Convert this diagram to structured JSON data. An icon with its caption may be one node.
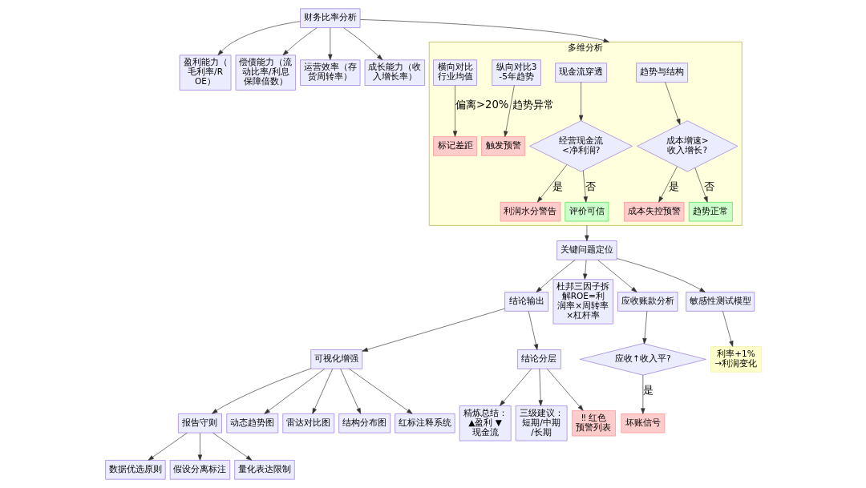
{
  "diagram": {
    "nodes": [
      {
        "text": [
          "财务比率分析"
        ]
      },
      {
        "text": [
          "盈利能力（毛利率/ROE）"
        ]
      },
      {
        "text": [
          "偿债能力（流动比率/利息保障倍数）"
        ]
      },
      {
        "text": [
          "运营效率（存货周转率）"
        ]
      },
      {
        "text": [
          "成长能力（收入增长率）"
        ]
      },
      {
        "text": [
          "多维分析"
        ]
      },
      {
        "text": [
          "趋势与结构"
        ],
        "in": 5
      },
      {
        "text": [
          "现金流穿透"
        ],
        "in": 5
      },
      {
        "text": [
          "纵向对比3-5年趋势"
        ],
        "in": 5
      },
      {
        "text": [
          "横向对比行业均值"
        ],
        "in": 5
      },
      {
        "text": [
          "成本增速>收入增长?"
        ],
        "in": 5
      },
      {
        "text": [
          "经营现金流<净利润?"
        ],
        "in": 5
      },
      {
        "text": [
          "触发预警"
        ],
        "in": 5
      },
      {
        "text": [
          "标记差距"
        ],
        "in": 5
      },
      {
        "text": [
          "成本失控预警"
        ],
        "in": 5
      },
      {
        "text": [
          "趋势正常"
        ],
        "in": 5
      },
      {
        "text": [
          "利润水分警告"
        ],
        "in": 5
      },
      {
        "text": [
          "评价可信"
        ],
        "in": 5
      },
      {
        "text": [
          "关键问题定位"
        ]
      },
      {
        "text": [
          "结论输出"
        ]
      },
      {
        "text": [
          "杜邦三因子拆解ROE=利润率×周转率×杠杆率"
        ]
      },
      {
        "text": [
          "应收账款分析"
        ]
      },
      {
        "text": [
          "敏感性测试模型"
        ]
      },
      {
        "text": [
          "可视化增强"
        ]
      },
      {
        "text": [
          "结论分层"
        ]
      },
      {
        "text": [
          "应收↑收入平?"
        ]
      },
      {
        "text": [
          "利率+1%→利润变化"
        ]
      },
      {
        "text": [
          "报告守则"
        ]
      },
      {
        "text": [
          "动态趋势图"
        ]
      },
      {
        "text": [
          "雷达对比图"
        ]
      },
      {
        "text": [
          "结构分布图"
        ]
      },
      {
        "text": [
          "红标注释系统"
        ]
      },
      {
        "text": [
          "精炼总结：▲盈利 ▼现金流"
        ]
      },
      {
        "text": [
          "三级建议：短期/中期/长期"
        ]
      },
      {
        "text": [
          "‼ 红色预警列表"
        ]
      },
      {
        "text": [
          "坏账信号"
        ]
      },
      {
        "text": [
          "数据优选原则"
        ]
      },
      {
        "text": [
          "假设分离标注"
        ]
      },
      {
        "text": [
          "量化表达限制"
        ]
      }
    ],
    "edges": [
      {
        "from": 0,
        "to": 1,
        "arrow": "to"
      },
      {
        "from": 0,
        "to": 2,
        "arrow": "to"
      },
      {
        "from": 0,
        "to": 3,
        "arrow": "to"
      },
      {
        "from": 0,
        "to": 4,
        "arrow": "to"
      },
      {
        "from": 0,
        "to": 5,
        "arrow": "to"
      },
      {
        "from": 6,
        "to": 10,
        "arrow": "to"
      },
      {
        "from": 7,
        "to": 11,
        "arrow": "to"
      },
      {
        "from": 8,
        "to": 12,
        "arrow": "to",
        "label": "趋势异常"
      },
      {
        "from": 9,
        "to": 13,
        "arrow": "to",
        "label": "偏离>20%"
      },
      {
        "from": 10,
        "to": 14,
        "arrow": "to",
        "label": "是"
      },
      {
        "from": 10,
        "to": 15,
        "arrow": "to",
        "label": "否"
      },
      {
        "from": 11,
        "to": 16,
        "arrow": "to",
        "label": "是"
      },
      {
        "from": 11,
        "to": 17,
        "arrow": "to",
        "label": "否"
      },
      {
        "from": 5,
        "to": 18,
        "arrow": "to"
      },
      {
        "from": 18,
        "to": 19,
        "arrow": "to"
      },
      {
        "from": 18,
        "to": 20,
        "arrow": "to"
      },
      {
        "from": 18,
        "to": 21,
        "arrow": "to"
      },
      {
        "from": 18,
        "to": 22,
        "arrow": "to"
      },
      {
        "from": 19,
        "to": 23,
        "arrow": "to"
      },
      {
        "from": 19,
        "to": 24,
        "arrow": "to"
      },
      {
        "from": 21,
        "to": 25,
        "arrow": "to"
      },
      {
        "from": 22,
        "to": 26,
        "arrow": "to"
      },
      {
        "from": 23,
        "to": 27,
        "arrow": "to"
      },
      {
        "from": 23,
        "to": 28,
        "arrow": "to"
      },
      {
        "from": 23,
        "to": 29,
        "arrow": "to"
      },
      {
        "from": 23,
        "to": 30,
        "arrow": "to"
      },
      {
        "from": 23,
        "to": 31,
        "arrow": "to"
      },
      {
        "from": 24,
        "to": 32,
        "arrow": "to"
      },
      {
        "from": 24,
        "to": 33,
        "arrow": "to"
      },
      {
        "from": 24,
        "to": 34,
        "arrow": "to"
      },
      {
        "from": 25,
        "to": 35,
        "arrow": "to",
        "label": "是"
      },
      {
        "from": 27,
        "to": 36,
        "arrow": "to"
      },
      {
        "from": 27,
        "to": 37,
        "arrow": "to"
      },
      {
        "from": 27,
        "to": 38,
        "arrow": "to"
      }
    ]
  }
}
